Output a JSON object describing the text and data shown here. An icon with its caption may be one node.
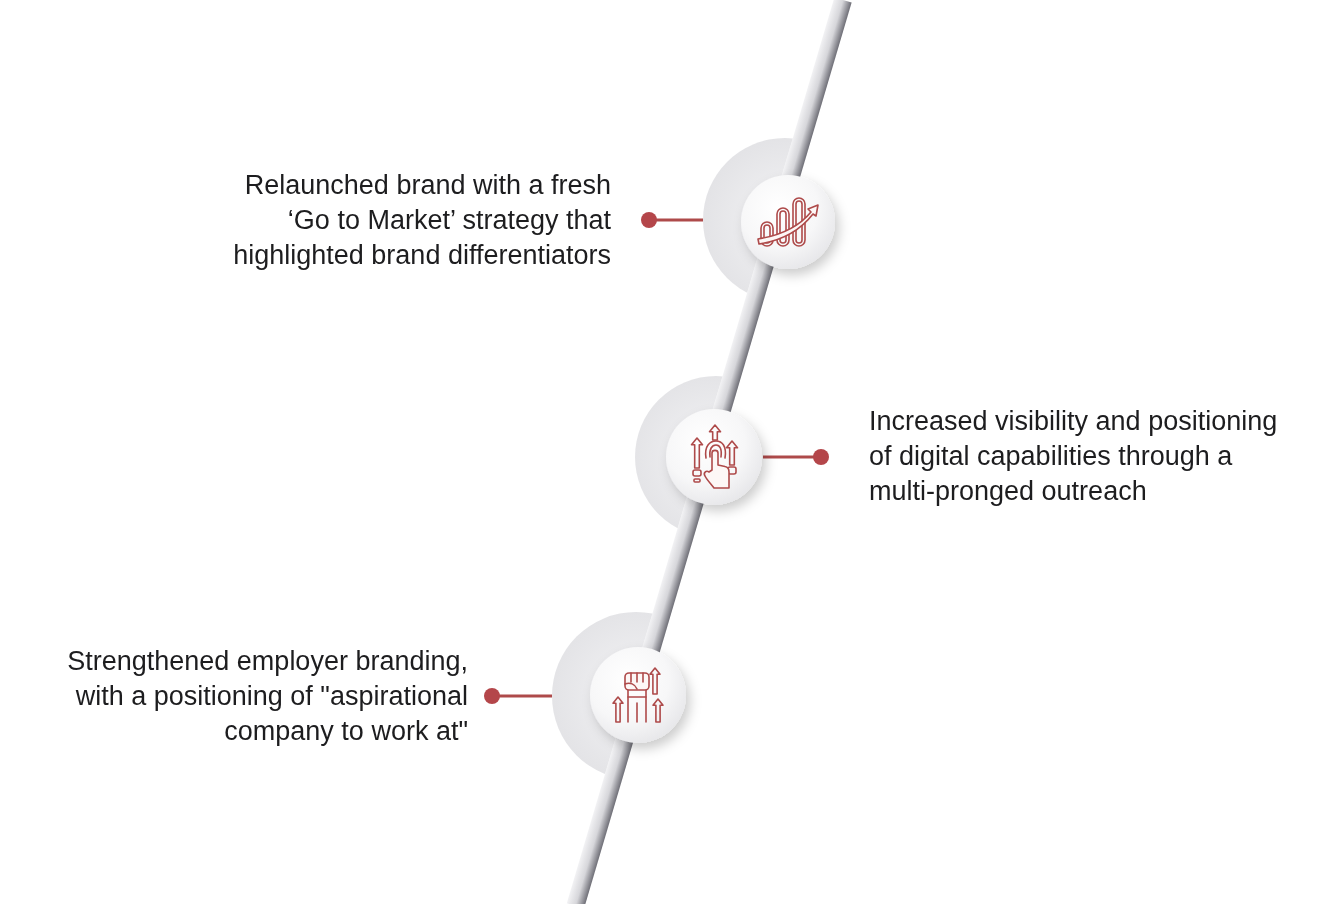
{
  "diagram": {
    "nodes": [
      {
        "text": [
          "Relaunched brand with a fresh ‘Go to Market’ strategy that highlighted brand differentiators"
        ]
      },
      {
        "text": [],
        "shape": "circle"
      },
      {
        "text": [],
        "shape": "circle"
      },
      {
        "text": [
          "Increased visibility and positioning of digital capabilities through a multi-pronged outreach"
        ]
      },
      {
        "text": [
          "Strengthened employer branding, with a positioning of \"aspirational company to work at\""
        ]
      },
      {
        "text": [],
        "shape": "circle"
      }
    ],
    "edges": [
      {
        "from": 0,
        "to": 1,
        "arrow": "other"
      },
      {
        "from": 3,
        "to": 2,
        "arrow": "other"
      },
      {
        "from": 4,
        "to": 5,
        "arrow": "other"
      }
    ]
  }
}
